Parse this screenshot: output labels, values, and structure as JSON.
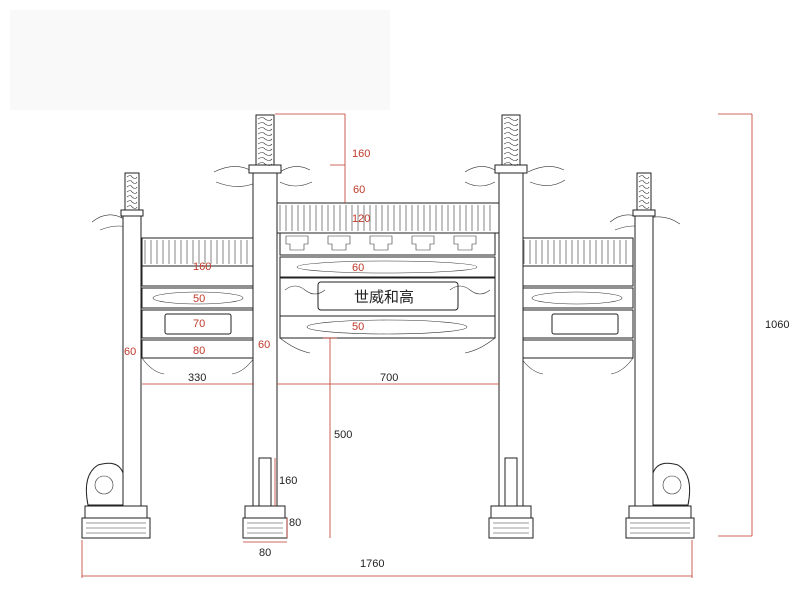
{
  "plaque": {
    "text": "世威和高"
  },
  "dimensions": {
    "finial_height": "160",
    "beam_60_a": "60",
    "beam_120": "120",
    "beam_60_b": "60",
    "beam_50_center": "50",
    "side_160": "160",
    "side_50": "50",
    "side_70": "70",
    "side_80": "80",
    "side_column_60": "60",
    "main_column_60": "60",
    "side_span": "330",
    "main_span": "700",
    "opening_height": "500",
    "base_160": "160",
    "base_80_height": "80",
    "base_80_width": "80",
    "overall_width": "1760",
    "overall_height": "1060"
  },
  "colors": {
    "dimension": "#c0392b",
    "ink": "#222222"
  }
}
